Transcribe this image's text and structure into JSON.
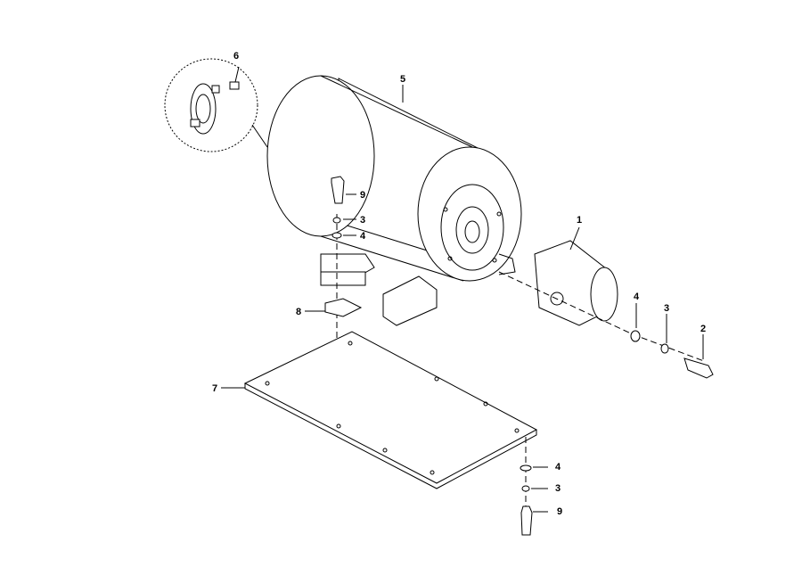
{
  "diagram": {
    "callouts": [
      {
        "id": "c6",
        "text": "6"
      },
      {
        "id": "c5",
        "text": "5"
      },
      {
        "id": "c9a",
        "text": "9"
      },
      {
        "id": "c3a",
        "text": "3"
      },
      {
        "id": "c4a",
        "text": "4"
      },
      {
        "id": "c1",
        "text": "1"
      },
      {
        "id": "c4b",
        "text": "4"
      },
      {
        "id": "c3b",
        "text": "3"
      },
      {
        "id": "c2",
        "text": "2"
      },
      {
        "id": "c8",
        "text": "8"
      },
      {
        "id": "c7",
        "text": "7"
      },
      {
        "id": "c4c",
        "text": "4"
      },
      {
        "id": "c3c",
        "text": "3"
      },
      {
        "id": "c9b",
        "text": "9"
      }
    ]
  }
}
